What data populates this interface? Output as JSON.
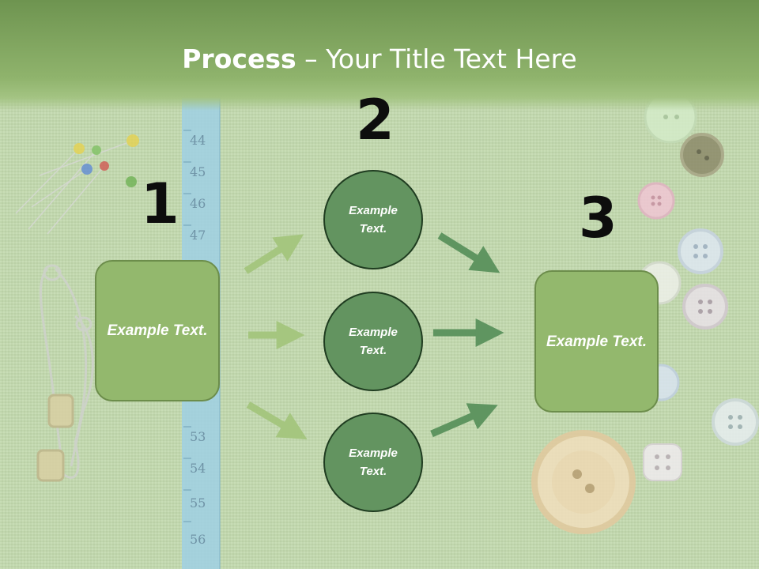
{
  "slide": {
    "title_strong": "Process",
    "title_rest": " – Your Title Text Here"
  },
  "steps": [
    {
      "number": "1",
      "text": "Example Text."
    },
    {
      "number": "2",
      "texts": [
        "Example Text.",
        "Example Text.",
        "Example Text."
      ]
    },
    {
      "number": "3",
      "text": "Example Text."
    }
  ],
  "tape_marks": [
    "44",
    "45",
    "46",
    "47",
    "53",
    "54",
    "55",
    "56"
  ],
  "colors": {
    "header": "#8fb36c",
    "box_fill": "#93b86d",
    "circle_fill": "#639460",
    "arrow_light": "#a5c67f",
    "arrow_dark": "#5f9560",
    "number_text": "#0d0d0d"
  }
}
